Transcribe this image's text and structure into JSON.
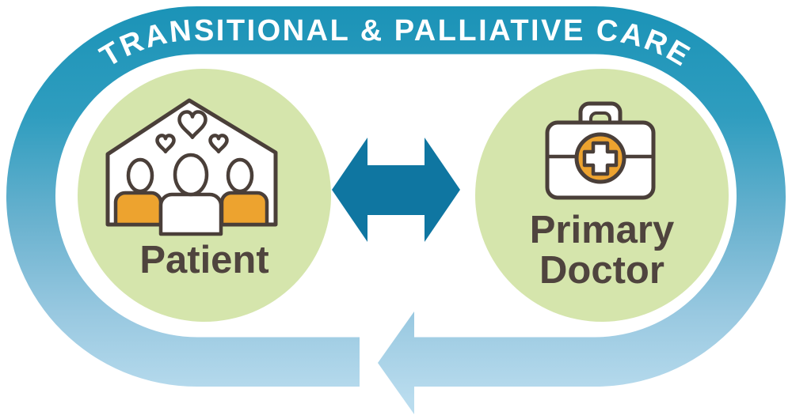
{
  "diagram": {
    "title": "TRANSITIONAL & PALLIATIVE CARE",
    "nodes": [
      {
        "id": "patient",
        "label_lines": [
          "Patient"
        ],
        "icon": "family-home-hearts-icon"
      },
      {
        "id": "primary-doctor",
        "label_lines": [
          "Primary",
          "Doctor"
        ],
        "icon": "medical-bag-icon"
      }
    ],
    "relations": [
      {
        "type": "bidirectional-arrow",
        "between": [
          "patient",
          "primary-doctor"
        ]
      },
      {
        "type": "cycle-arrow",
        "direction": "left"
      }
    ]
  },
  "colors": {
    "band_teal": "#1B93B7",
    "band_mid1": "#2F9DBF",
    "band_mid2": "#6AB2CF",
    "band_mid3": "#98C8E0",
    "band_light": "#B9DCEE",
    "arrow_teal": "#0F76A1",
    "circle_green": "#D5E5AC",
    "accent_orange": "#EDA32F",
    "outline_brown": "#4A3F39",
    "label_brown": "#4F443E",
    "title_white": "#FFFFFF"
  }
}
